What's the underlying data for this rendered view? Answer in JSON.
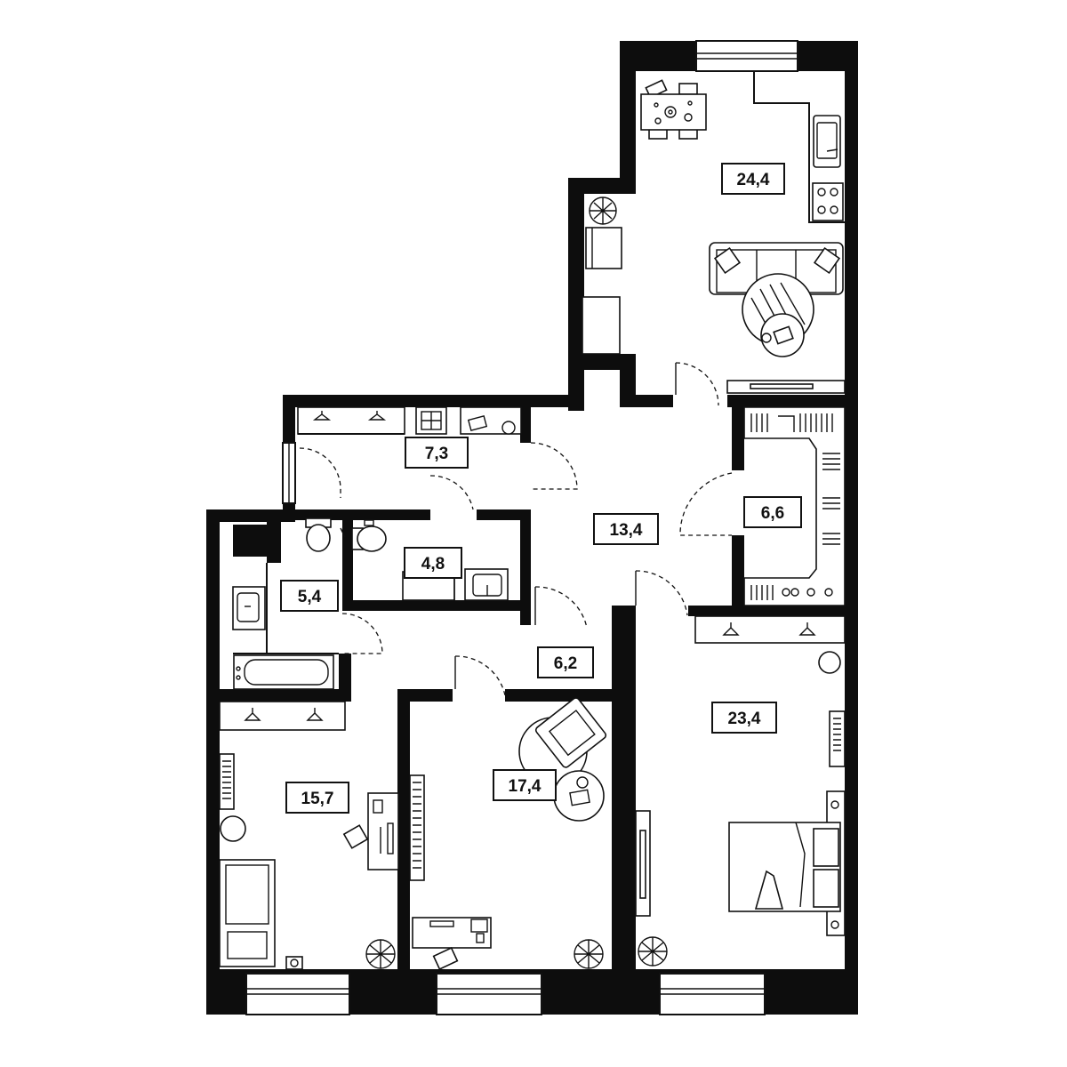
{
  "plan": {
    "rooms": [
      {
        "id": "living-kitchen",
        "area": "24,4"
      },
      {
        "id": "closet-entry",
        "area": "7,3"
      },
      {
        "id": "hall",
        "area": "13,4"
      },
      {
        "id": "dressing-room",
        "area": "6,6"
      },
      {
        "id": "toilet",
        "area": "4,8"
      },
      {
        "id": "bathroom",
        "area": "5,4"
      },
      {
        "id": "corridor",
        "area": "6,2"
      },
      {
        "id": "bedroom-left",
        "area": "15,7"
      },
      {
        "id": "bedroom-middle",
        "area": "17,4"
      },
      {
        "id": "master-bedroom",
        "area": "23,4"
      }
    ]
  }
}
